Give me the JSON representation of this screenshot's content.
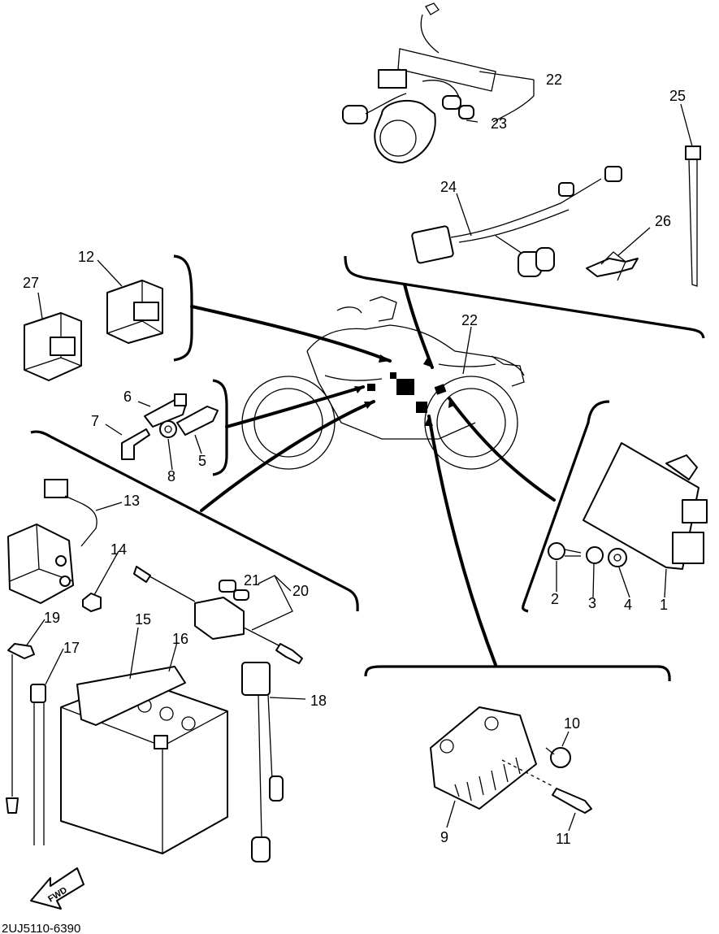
{
  "diagram": {
    "code": "2UJ5110-6390",
    "fwd_label": "FWD",
    "callouts": [
      {
        "id": "c1",
        "label": "1"
      },
      {
        "id": "c2",
        "label": "2"
      },
      {
        "id": "c3",
        "label": "3"
      },
      {
        "id": "c4",
        "label": "4"
      },
      {
        "id": "c5",
        "label": "5"
      },
      {
        "id": "c6",
        "label": "6"
      },
      {
        "id": "c7",
        "label": "7"
      },
      {
        "id": "c8",
        "label": "8"
      },
      {
        "id": "c9",
        "label": "9"
      },
      {
        "id": "c10",
        "label": "10"
      },
      {
        "id": "c11",
        "label": "11"
      },
      {
        "id": "c12",
        "label": "12"
      },
      {
        "id": "c13",
        "label": "13"
      },
      {
        "id": "c14",
        "label": "14"
      },
      {
        "id": "c15",
        "label": "15"
      },
      {
        "id": "c16",
        "label": "16"
      },
      {
        "id": "c17",
        "label": "17"
      },
      {
        "id": "c18",
        "label": "18"
      },
      {
        "id": "c19",
        "label": "19"
      },
      {
        "id": "c20",
        "label": "20"
      },
      {
        "id": "c21",
        "label": "21"
      },
      {
        "id": "c22a",
        "label": "22"
      },
      {
        "id": "c22b",
        "label": "22"
      },
      {
        "id": "c23",
        "label": "23"
      },
      {
        "id": "c24",
        "label": "24"
      },
      {
        "id": "c25",
        "label": "25"
      },
      {
        "id": "c26",
        "label": "26"
      },
      {
        "id": "c27",
        "label": "27"
      }
    ]
  }
}
